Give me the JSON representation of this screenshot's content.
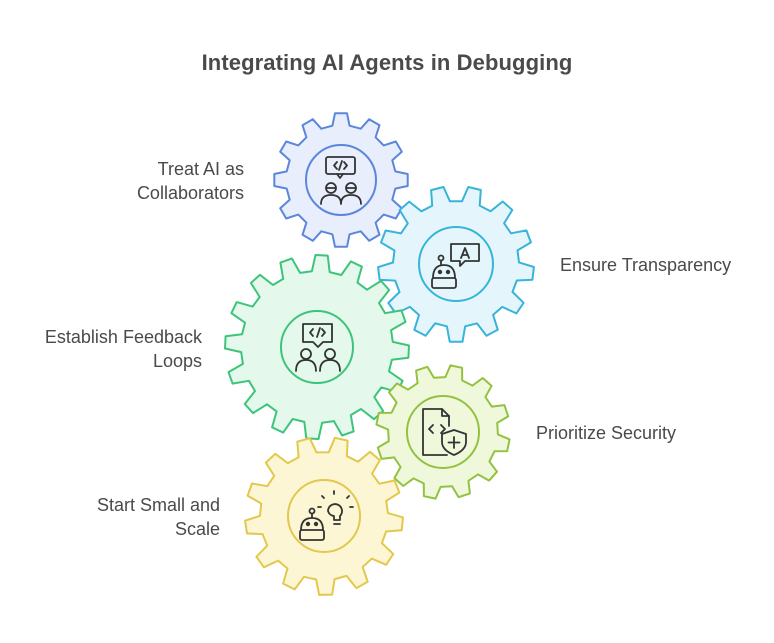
{
  "title": "Integrating AI Agents in Debugging",
  "steps": [
    {
      "lines": [
        "Treat AI as",
        "Collaborators"
      ],
      "icon": "code-review-people-icon",
      "fill": "#e8eefb",
      "stroke": "#5b86dd"
    },
    {
      "lines": [
        "Ensure Transparency"
      ],
      "icon": "robot-translation-icon",
      "fill": "#e4f6fb",
      "stroke": "#39b3d9"
    },
    {
      "lines": [
        "Establish Feedback",
        "Loops"
      ],
      "icon": "code-chat-people-icon",
      "fill": "#e4f9ec",
      "stroke": "#3ec47a"
    },
    {
      "lines": [
        "Prioritize Security"
      ],
      "icon": "secure-code-file-icon",
      "fill": "#f0f8dc",
      "stroke": "#93c240"
    },
    {
      "lines": [
        "Start Small and",
        "Scale"
      ],
      "icon": "robot-idea-icon",
      "fill": "#fcf6d4",
      "stroke": "#e2c84c"
    }
  ]
}
